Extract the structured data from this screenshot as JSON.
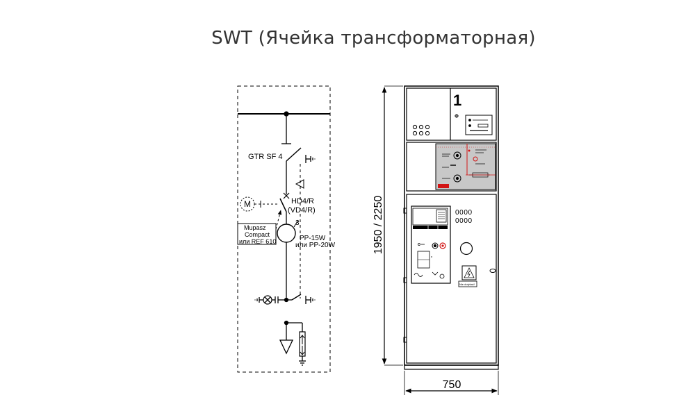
{
  "title": "SWT (Ячейка трансформаторная)",
  "schematic": {
    "switch_label": "GTR SF 4",
    "breaker_label_1": "HD4/R",
    "breaker_label_2": "(VD4/R)",
    "motor_label": "M",
    "relay_label_1": "Mupasz",
    "relay_label_2": "Compact",
    "relay_label_3": "или REF 610",
    "ct_marker": "3",
    "ct_label_1": "PP-15W",
    "ct_label_2": "или PP-20W"
  },
  "cabinet": {
    "compartment_number": "1",
    "height_dim": "1950 / 2250",
    "width_dim": "750",
    "door_glyphs": "0000",
    "warning_sign_text": "Nie dotykać!"
  },
  "colors": {
    "line": "#000000",
    "panel_gray": "#c8c8c8",
    "accent_red": "#d21414"
  }
}
